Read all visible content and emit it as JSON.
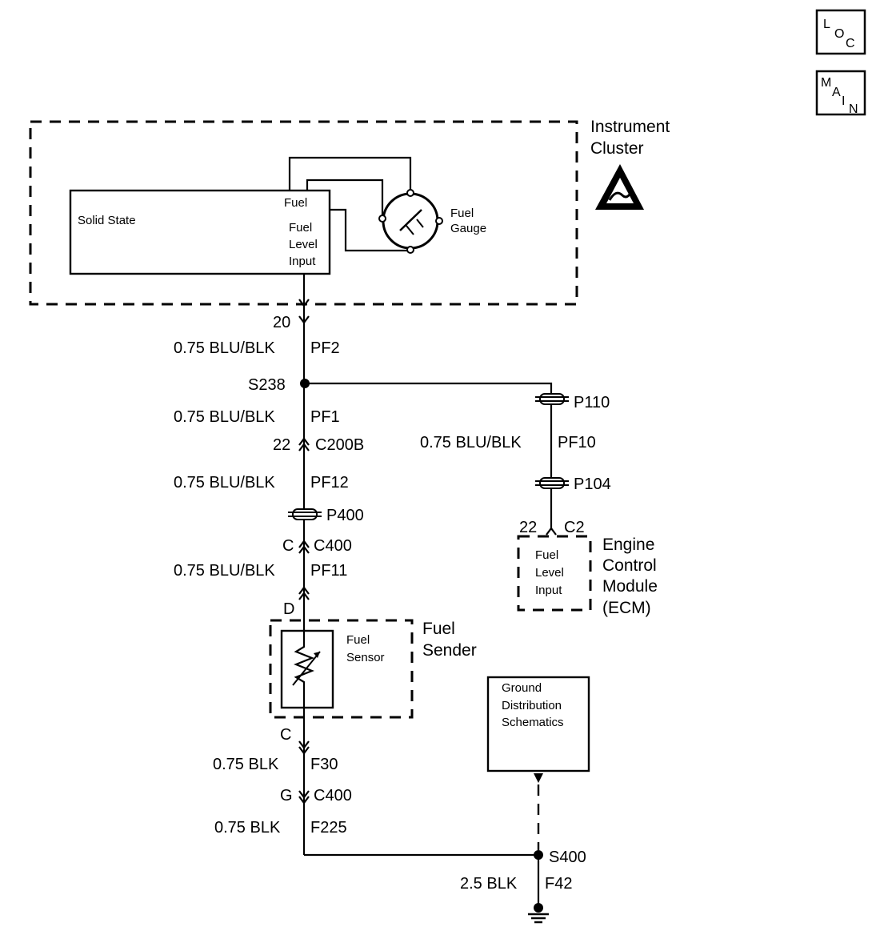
{
  "nav": {
    "loc": {
      "l": "L",
      "o": "O",
      "c": "C"
    },
    "main": {
      "m": "M",
      "a": "A",
      "i": "I",
      "n": "N"
    }
  },
  "instrument_cluster": {
    "title_line1": "Instrument",
    "title_line2": "Cluster",
    "solid_state": "Solid State",
    "fuel_pin": "Fuel",
    "fuel_level_input_1": "Fuel",
    "fuel_level_input_2": "Level",
    "fuel_level_input_3": "Input",
    "gauge_label_1": "Fuel",
    "gauge_label_2": "Gauge"
  },
  "labels": {
    "pin_20": "20",
    "w_pf2": "0.75 BLU/BLK",
    "c_pf2": "PF2",
    "s238": "S238",
    "w_pf1": "0.75 BLU/BLK",
    "c_pf1": "PF1",
    "pin_22_c200b": "22",
    "c200b": "C200B",
    "w_pf12": "0.75 BLU/BLK",
    "c_pf12": "PF12",
    "p400": "P400",
    "pin_c_c400": "C",
    "c400_top": "C400",
    "w_pf11": "0.75 BLU/BLK",
    "c_pf11": "PF11",
    "pin_d": "D",
    "p110": "P110",
    "w_pf10": "0.75 BLU/BLK",
    "c_pf10": "PF10",
    "p104": "P104",
    "pin_22_c2": "22",
    "c2": "C2",
    "pin_c_lower": "C",
    "w_f30": "0.75 BLK",
    "c_f30": "F30",
    "pin_g": "G",
    "c400_bottom": "C400",
    "w_f225": "0.75 BLK",
    "c_f225": "F225",
    "s400": "S400",
    "w_f42": "2.5 BLK",
    "c_f42": "F42"
  },
  "ecm": {
    "title_1": "Engine",
    "title_2": "Control",
    "title_3": "Module",
    "title_4": "(ECM)",
    "input_1": "Fuel",
    "input_2": "Level",
    "input_3": "Input"
  },
  "fuel_sender": {
    "title_1": "Fuel",
    "title_2": "Sender",
    "sensor_1": "Fuel",
    "sensor_2": "Sensor"
  },
  "ground_distribution": {
    "line_1": "Ground",
    "line_2": "Distribution",
    "line_3": "Schematics"
  }
}
